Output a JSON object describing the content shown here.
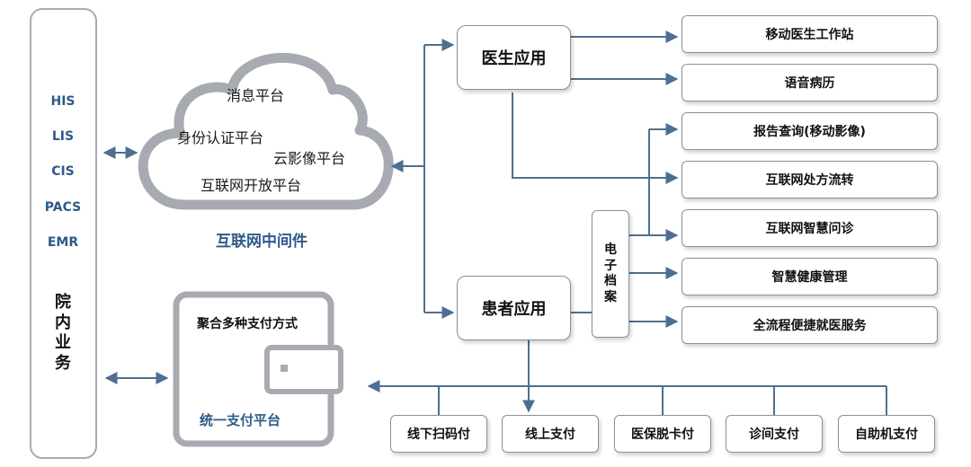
{
  "systems": {
    "items": [
      "HIS",
      "LIS",
      "CIS",
      "PACS",
      "EMR"
    ],
    "internal_label": [
      "院",
      "内",
      "业",
      "务"
    ]
  },
  "cloud": {
    "platforms": [
      "消息平台",
      "身份认证平台",
      "云影像平台",
      "互联网开放平台"
    ],
    "caption": "互联网中间件"
  },
  "payment": {
    "title": "聚合多种支付方式",
    "caption": "统一支付平台"
  },
  "doctor_app": "医生应用",
  "patient_app": "患者应用",
  "ehr_label": [
    "电",
    "子",
    "档",
    "案"
  ],
  "right_items": [
    "移动医生工作站",
    "语音病历",
    "报告查询(移动影像)",
    "互联网处方流转",
    "互联网智慧问诊",
    "智慧健康管理",
    "全流程便捷就医服务"
  ],
  "payment_methods": [
    "线下扫码付",
    "线上支付",
    "医保脱卡付",
    "诊间支付",
    "自助机支付"
  ],
  "colors": {
    "accent": "#2e5a8a",
    "connector": "#4f6f91",
    "frame": "#a7abb1"
  }
}
